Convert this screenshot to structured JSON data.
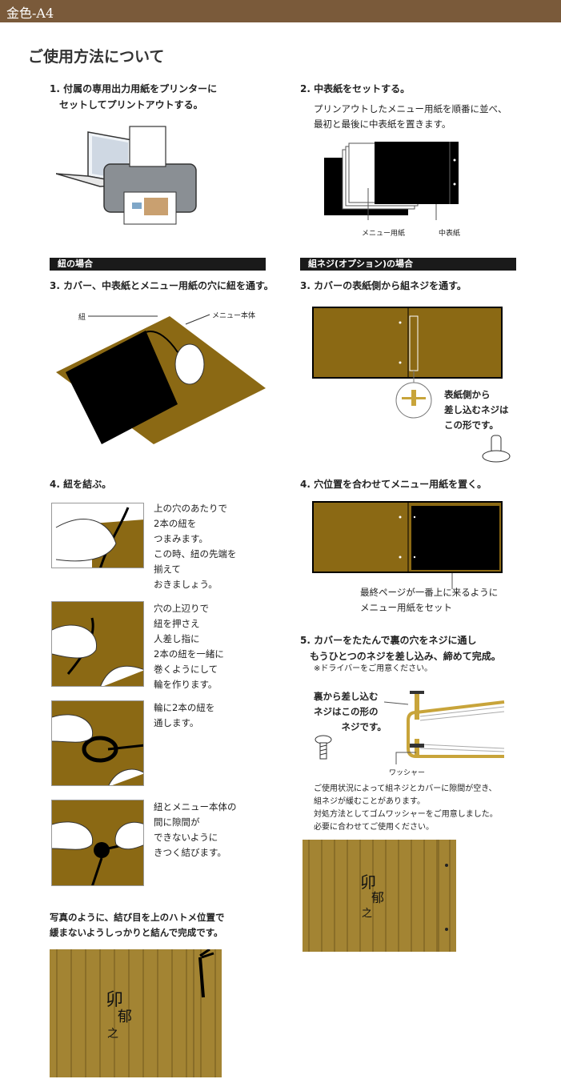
{
  "header": {
    "title": "金色-A4"
  },
  "page_title": "ご使用方法について",
  "steps_top": {
    "step1": "1. 付属の専用出力用紙をプリンターに\n　セットしてプリントアウトする。",
    "step2_title": "2. 中表紙をセットする。",
    "step2_desc": "プリンアウトしたメニュー用紙を順番に並べ、\n最初と最後に中表紙を置きます。",
    "label_menu_paper": "メニュー用紙",
    "label_inner_cover": "中表紙"
  },
  "string_section": {
    "bar": "紐の場合",
    "step3": "3. カバー、中表紙とメニュー用紙の穴に紐を通す。",
    "label_string": "紐",
    "label_menu_body": "メニュー本体",
    "step4": "4. 紐を結ぶ。",
    "tips": [
      "上の穴のあたりで\n2本の紐を\nつまみます。\nこの時、紐の先端を\n揃えて\nおきましょう。",
      "穴の上辺りで\n紐を押さえ\n人差し指に\n2本の紐を一緒に\n巻くようにして\n輪を作ります。",
      "輪に2本の紐を\n通します。",
      "紐とメニュー本体の\n間に隙間が\nできないように\nきつく結びます。"
    ],
    "final": "写真のように、結び目を上のハトメ位置で\n緩まないようしっかりと結んで完成です。"
  },
  "screw_section": {
    "bar": "組ネジ(オプション)の場合",
    "step3": "3. カバーの表紙側から組ネジを通す。",
    "screw_note": "表紙側から\n差し込むネジは\nこの形です。",
    "step4": "4. 穴位置を合わせてメニュー用紙を置く。",
    "step4_note": "最終ページが一番上に来るように\nメニュー用紙をセット",
    "step5": "5. カバーをたたんで裏の穴をネジに通し\n　もうひとつのネジを差し込み、締めて完成。",
    "step5_sub": "※ドライバーをご用意ください。",
    "back_screw_note": "裏から差し込む\nネジはこの形の\n　　　ネジです。",
    "label_washer": "ワッシャー",
    "caution": "ご使用状況によって組ネジとカバーに隙間が空き、\n組ネジが緩むことがあります。\n対処方法としてゴムワッシャーをご用意しました。\n必要に合わせてご使用ください。"
  },
  "colors": {
    "header_bg": "#7a5a3a",
    "cover_gold": "#8b6914",
    "bar_black": "#1a1a1a"
  }
}
